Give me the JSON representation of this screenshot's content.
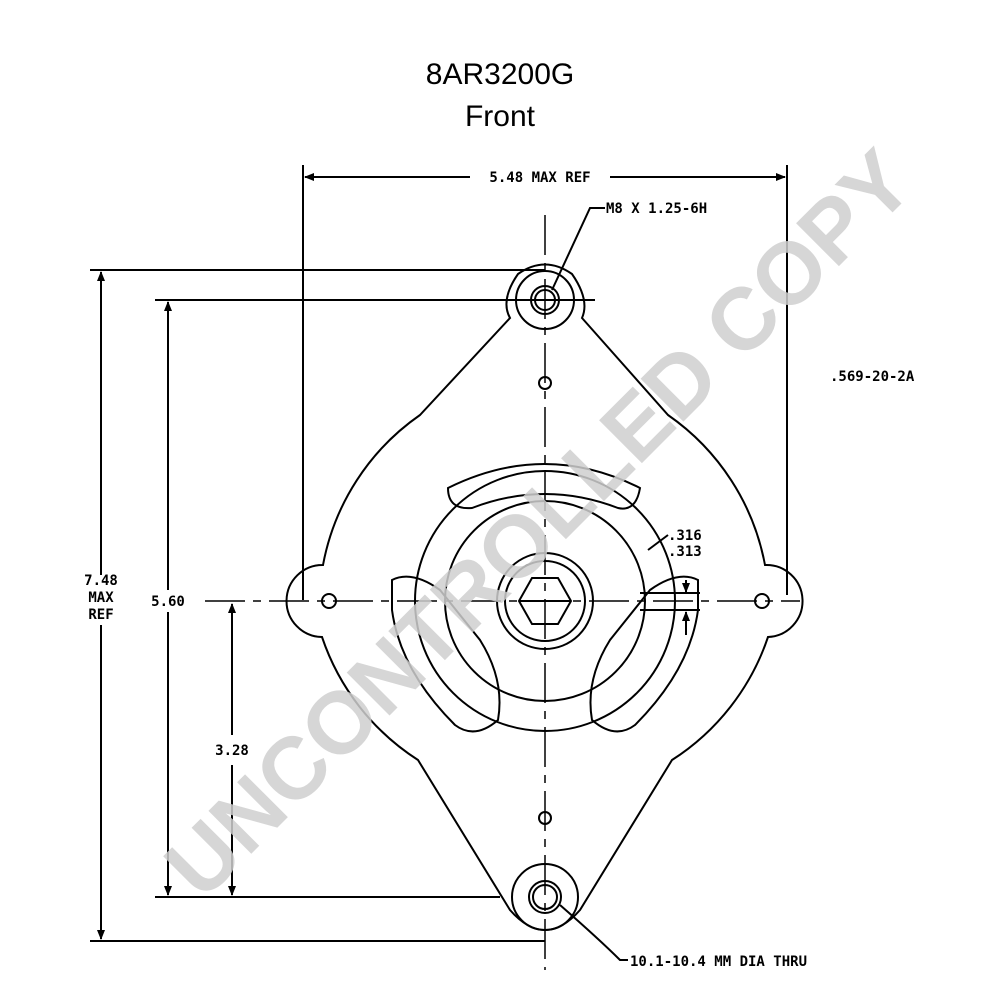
{
  "title": {
    "part_number": "8AR3200G",
    "view": "Front"
  },
  "dimensions": {
    "overall_width": "5.48 MAX REF",
    "overall_height_line1": "7.48",
    "overall_height_line2": "MAX",
    "overall_height_line3": "REF",
    "mount_hole_spacing": "5.60",
    "center_to_lower_hole": "3.28",
    "thread_callout": "M8 X 1.25-6H",
    "ref_number": ".569-20-2A",
    "shaft_dim_1": ".316",
    "shaft_dim_2": ".313",
    "lower_hole_callout": "10.1-10.4 MM DIA THRU"
  },
  "watermark": {
    "text": "UNCONTROLLED COPY",
    "color": "#cfcfcf"
  }
}
